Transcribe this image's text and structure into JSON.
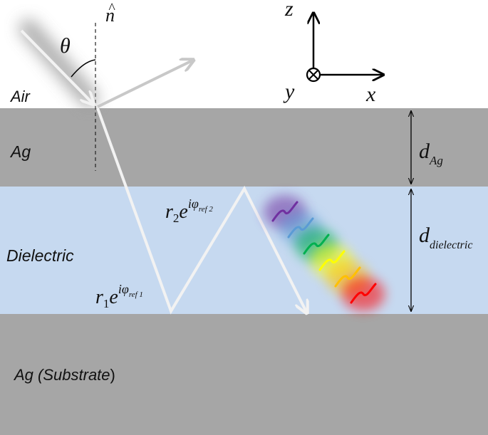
{
  "layers": {
    "air": "Air",
    "ag": "Ag",
    "dielectric": "Dielectric",
    "substrate_main": "Ag (",
    "substrate_name": "Substrate",
    "substrate_close": ")"
  },
  "symbols": {
    "theta": "θ",
    "normal": "n",
    "normal_hat": "^",
    "axis_z": "z",
    "axis_x": "x",
    "axis_y": "y",
    "d": "d",
    "d_ag_sub": "Ag",
    "d_dielectric_sub": "dielectric",
    "r": "r",
    "r1_sub": "1",
    "r2_sub": "2",
    "e": "e",
    "ref1_phase": "iφ",
    "ref1_sub": "ref 1",
    "ref2_phase": "iφ",
    "ref2_sub": "ref 2"
  },
  "colors": {
    "ag": "#a6a6a6",
    "dielectric": "#c6d9f0",
    "ray": "#f2f2f2",
    "reflected_ray": "#c8c8c8",
    "spectrum": [
      "#7030a0",
      "#5b9bd5",
      "#00b050",
      "#ffff00",
      "#ffc000",
      "#ff0000"
    ]
  }
}
